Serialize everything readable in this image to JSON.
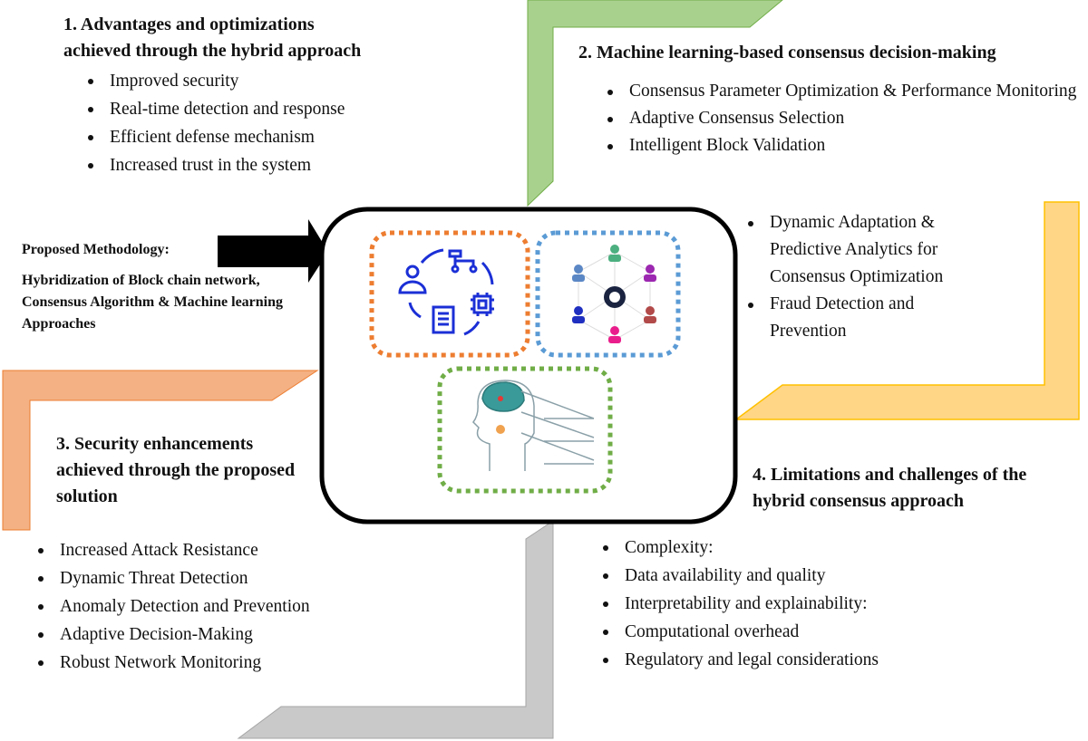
{
  "colors": {
    "green": "#a9d18e",
    "yellow": "#ffd685",
    "orange": "#f4b183",
    "gray": "#c9c9c9",
    "orange_dash": "#ed7d31",
    "blue_dash": "#5b9bd5",
    "green_dash": "#70ad47",
    "icon_blue": "#1b2fd6"
  },
  "section1": {
    "title": "1. Advantages and optimizations achieved through the hybrid approach",
    "items": [
      "Improved security",
      "Real-time detection and response",
      "Efficient defense mechanism",
      "Increased trust in the system"
    ]
  },
  "section2": {
    "title": "2. Machine learning-based consensus decision-making",
    "items": [
      "Consensus Parameter Optimization & Performance Monitoring",
      "Adaptive Consensus Selection",
      "Intelligent Block Validation"
    ],
    "items_cont": [
      "Dynamic Adaptation & Predictive Analytics for Consensus Optimization",
      "Fraud Detection and Prevention"
    ]
  },
  "methodology": {
    "label": "Proposed Methodology:",
    "text": "Hybridization of Block chain network, Consensus Algorithm & Machine learning Approaches"
  },
  "section3": {
    "title": "3. Security enhancements achieved through the proposed solution",
    "items": [
      "Increased Attack Resistance",
      "Dynamic Threat Detection",
      "Anomaly Detection and Prevention",
      "Adaptive Decision-Making",
      "Robust Network Monitoring"
    ]
  },
  "section4": {
    "title": "4. Limitations and challenges of the hybrid consensus approach",
    "items": [
      "Complexity:",
      "Data availability and quality",
      "Interpretability and explainability:",
      "Computational overhead",
      "Regulatory and legal considerations"
    ]
  },
  "center": {
    "icons": [
      "workflow-cycle-icon",
      "consensus-network-icon",
      "ai-head-icon"
    ]
  }
}
